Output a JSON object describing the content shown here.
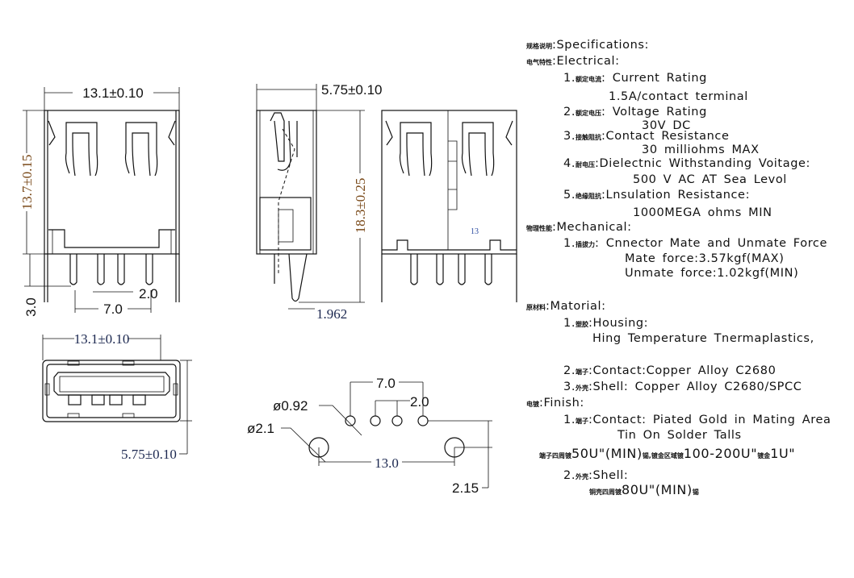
{
  "dimensions": {
    "front_width": "13.1±0.10",
    "front_height": "13.7±0.15",
    "pin_length": "3.0",
    "pin_pitch": "2.0",
    "pin_span": "7.0",
    "side_depth": "5.75±0.10",
    "side_height": "18.3±0.25",
    "side_offset": "1.962",
    "rear_label": "13",
    "face_width": "13.1±0.10",
    "face_height": "5.75±0.10",
    "fp_span": "7.0",
    "fp_pitch": "2.0",
    "fp_small_hole": "ø0.92",
    "fp_large_hole": "ø2.1",
    "fp_large_span": "13.0",
    "fp_offset": "2.15"
  },
  "specs": {
    "title": {
      "cn": "规格说明",
      "en": ":Specifications:"
    },
    "electrical": {
      "cn": "电气特性",
      "en": ":Electrical:"
    },
    "current": {
      "num": "1.",
      "cn": "额定电流",
      "en": ": Current  Rating",
      "value": "1.5A/contact  terminal"
    },
    "voltage": {
      "num": "2.",
      "cn": "额定电压",
      "en": ": Voltage  Rating",
      "value": "30V  DC"
    },
    "contact_res": {
      "num": "3.",
      "cn": "接触阻抗",
      "en": ":Contact  Resistance",
      "value": "30  milliohms  MAX"
    },
    "dielectric": {
      "num": "4.",
      "cn": "耐电压",
      "en": ":Dielectnic  Withstanding  Voitage:",
      "value": "500  V  AC  AT  Sea  Levol"
    },
    "insulation": {
      "num": "5.",
      "cn": "绝缘阻抗",
      "en": ":Lnsulation  Resistance:",
      "value": "1000MEGA  ohms  MIN"
    },
    "mechanical": {
      "cn": "物理性能",
      "en": ":Mechanical:"
    },
    "force": {
      "num": "1.",
      "cn": "插拔力",
      "en": ": Cnnector  Mate  and  Unmate  Force",
      "mate": "Mate  force:3.57kgf(MAX)",
      "unmate": "Unmate  force:1.02kgf(MIN)"
    },
    "material": {
      "cn": "原材料",
      "en": ":Matorial:"
    },
    "housing": {
      "num": "1.",
      "cn": "塑胶",
      "en": ":Housing:",
      "value": "Hing  Temperature   Tnermaplastics,"
    },
    "contact_mat": {
      "num": "2.",
      "cn": "端子",
      "en": ":Contact:Copper  Alloy  C2680"
    },
    "shell_mat": {
      "num": "3.",
      "cn": "外壳",
      "en": ":Shell:  Copper  Alloy  C2680/SPCC"
    },
    "finish": {
      "cn": "电镀",
      "en": ":Finish:"
    },
    "contact_fin": {
      "num": "1.",
      "cn": "端子",
      "en": ":Contact:  Piated  Gold  in  Mating  Area",
      "value": "Tin  On  Solder  Talls"
    },
    "plating": {
      "cn1": "端子四周镀",
      "v1": "50U\"(MIN)",
      "cn2": "锡,镀金区域镀",
      "v2": "100-200U\"",
      "cn3": "镀金",
      "v3": "1U\""
    },
    "shell_fin": {
      "num": "2.",
      "cn": "外壳",
      "en": ":Shell:",
      "cn2": "铜壳四周镀",
      "v": "80U\"(MIN)",
      "cn3": "锡"
    }
  }
}
